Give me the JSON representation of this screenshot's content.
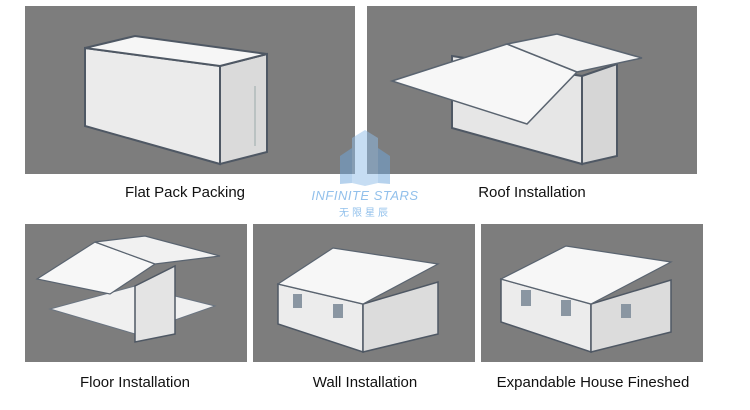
{
  "steps": [
    {
      "caption": "Flat Pack Packing"
    },
    {
      "caption": "Roof Installation"
    },
    {
      "caption": "Floor Installation"
    },
    {
      "caption": "Wall Installation"
    },
    {
      "caption": "Expandable House Fineshed"
    }
  ],
  "watermark": {
    "brand_en": "INFINITE STARS",
    "brand_cn": "无限星辰"
  },
  "colors": {
    "panel_bg": "#7d7d7d",
    "wall": "#f2f2f2",
    "frame": "#5a6470",
    "watermark": "#7fb6e8"
  },
  "icons": {
    "watermark": "building-logo-icon"
  }
}
